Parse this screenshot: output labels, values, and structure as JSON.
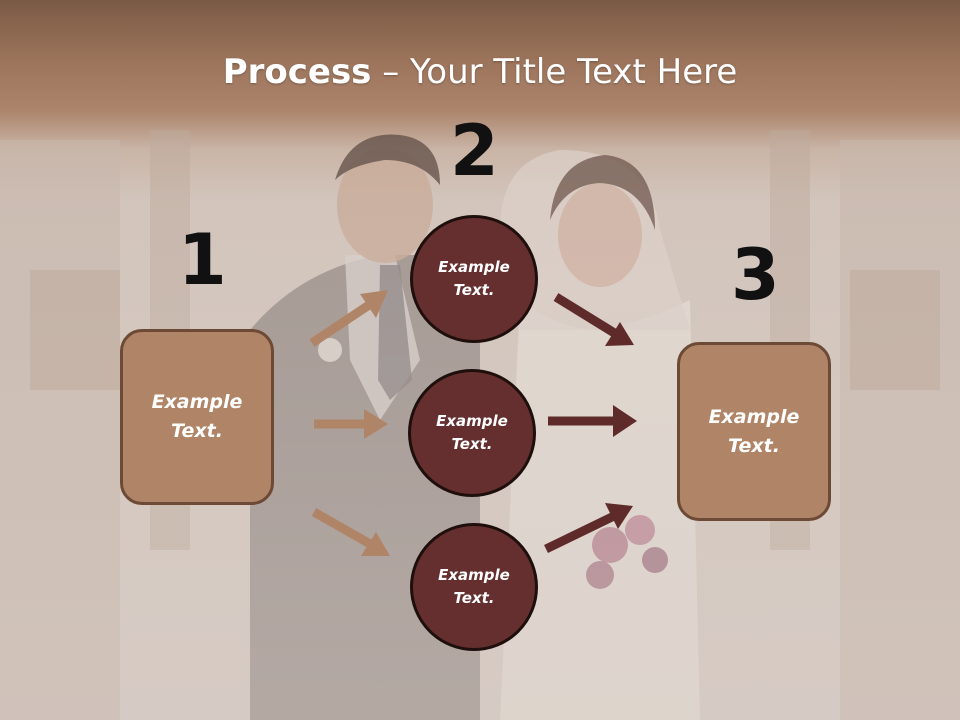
{
  "title": {
    "bold": "Process",
    "rest": " – Your Title Text Here"
  },
  "steps": {
    "one": "1",
    "two": "2",
    "three": "3"
  },
  "left_box": {
    "text": "Example Text."
  },
  "right_box": {
    "text": "Example Text."
  },
  "circles": [
    {
      "text": "Example Text."
    },
    {
      "text": "Example Text."
    },
    {
      "text": "Example Text."
    }
  ],
  "colors": {
    "box_fill": "#b08466",
    "circle_fill": "#652f2f",
    "arrow_light": "#b08466",
    "arrow_dark": "#5e2a2a",
    "title_band": "#9a7158"
  }
}
